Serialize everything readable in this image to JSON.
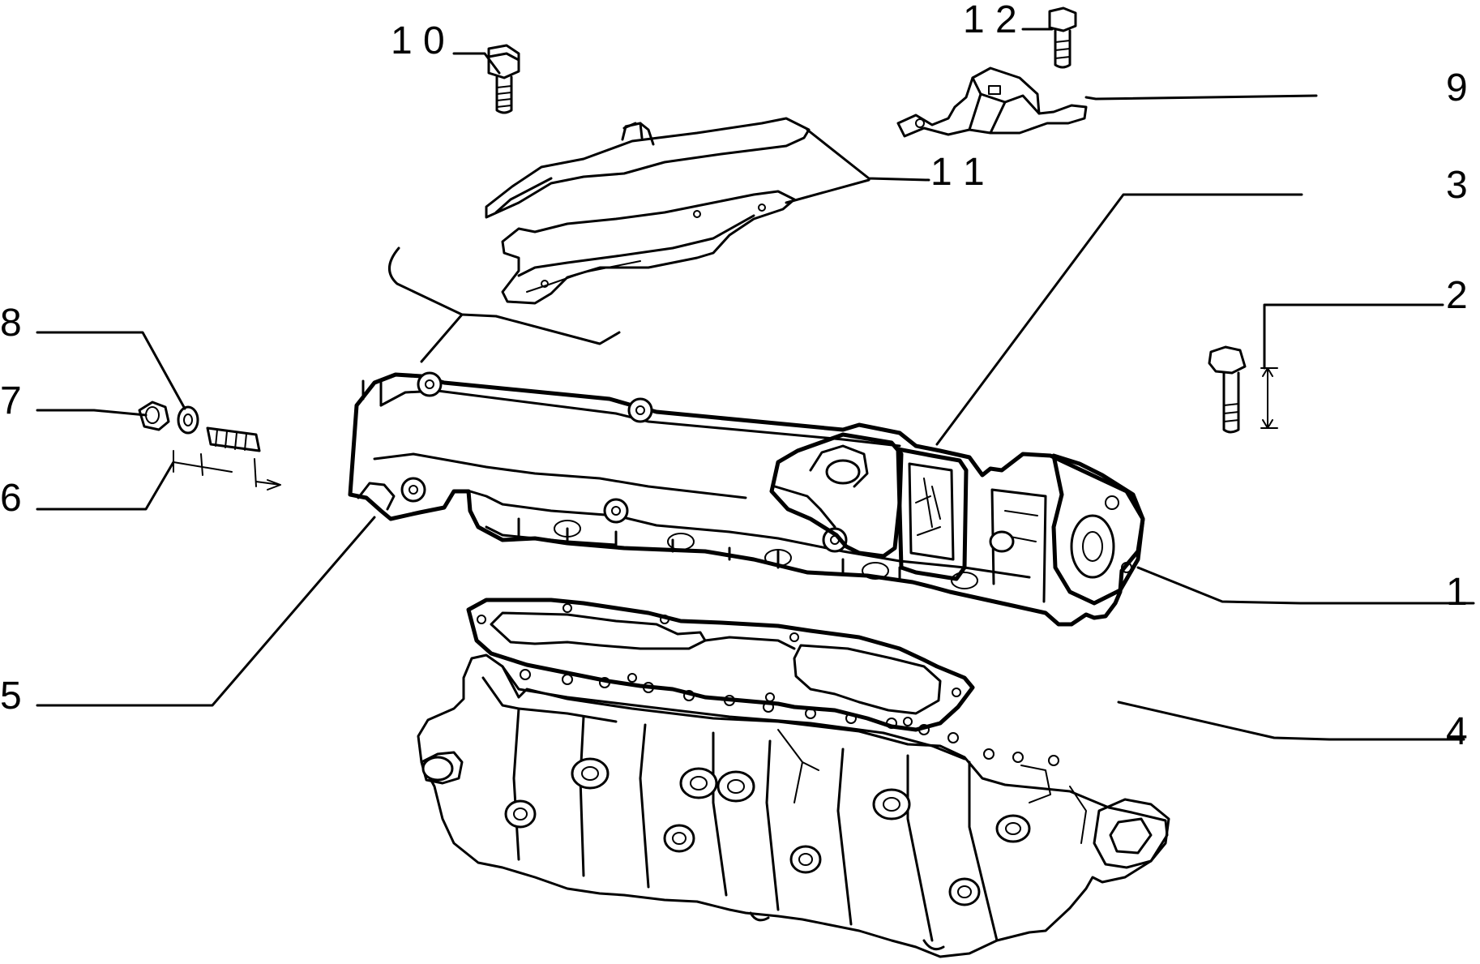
{
  "diagram": {
    "callouts": [
      {
        "id": "1",
        "label": "1"
      },
      {
        "id": "2",
        "label": "2"
      },
      {
        "id": "3",
        "label": "3"
      },
      {
        "id": "4",
        "label": "4"
      },
      {
        "id": "5",
        "label": "5"
      },
      {
        "id": "6",
        "label": "6"
      },
      {
        "id": "7",
        "label": "7"
      },
      {
        "id": "8",
        "label": "8"
      },
      {
        "id": "9",
        "label": "9"
      },
      {
        "id": "10",
        "label": "1 0"
      },
      {
        "id": "11",
        "label": "1 1"
      },
      {
        "id": "12",
        "label": "1 2"
      }
    ]
  }
}
